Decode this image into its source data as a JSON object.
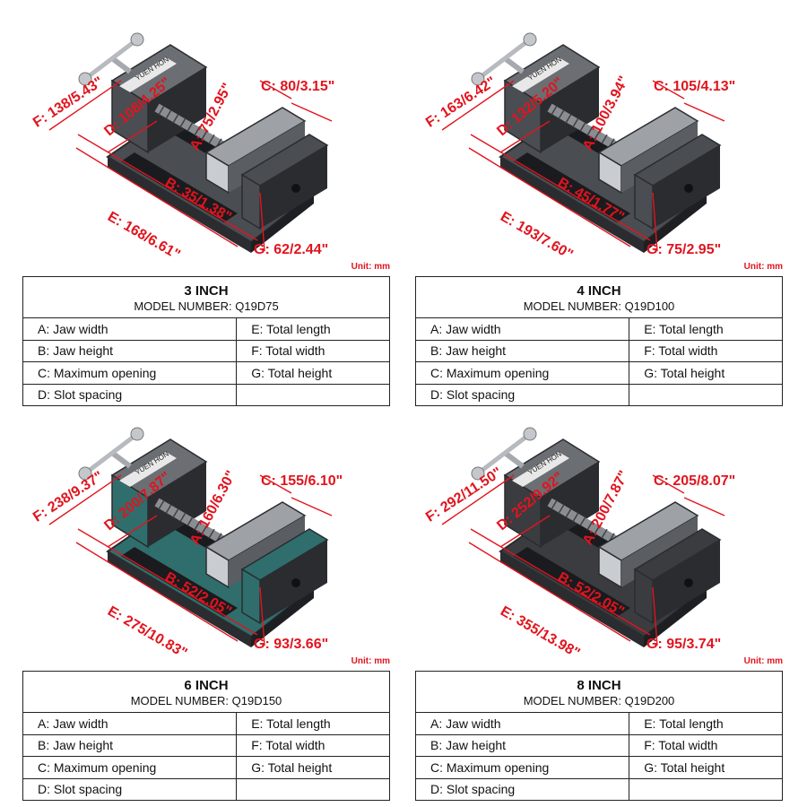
{
  "unit_label": "Unit: mm",
  "panels": [
    {
      "size": "3 INCH",
      "model_prefix": "MODEL NUMBER:",
      "model": "Q19D75",
      "body_color": "#4a4d52",
      "dims": {
        "A": "A: 75/2.95\"",
        "B": "B: 35/1.38\"",
        "C": "C: 80/3.15\"",
        "D": "D: 108/4.25\"",
        "E": "E: 168/6.61\"",
        "F": "F: 138/5.43\"",
        "G": "G: 62/2.44\""
      },
      "rows": [
        [
          "A: Jaw width",
          "E: Total length"
        ],
        [
          "B: Jaw height",
          "F: Total width"
        ],
        [
          "C: Maximum opening",
          "G: Total height"
        ],
        [
          "D: Slot spacing",
          ""
        ]
      ]
    },
    {
      "size": "4 INCH",
      "model_prefix": "MODEL NUMBER:",
      "model": "Q19D100",
      "body_color": "#4a4d52",
      "dims": {
        "A": "A: 100/3.94\"",
        "B": "B: 45/1.77\"",
        "C": "C: 105/4.13\"",
        "D": "D: 132/5.20\"",
        "E": "E: 193/7.60\"",
        "F": "F: 163/6.42\"",
        "G": "G: 75/2.95\""
      },
      "rows": [
        [
          "A: Jaw width",
          "E: Total length"
        ],
        [
          "B: Jaw height",
          "F: Total width"
        ],
        [
          "C: Maximum opening",
          "G: Total height"
        ],
        [
          "D: Slot spacing",
          ""
        ]
      ]
    },
    {
      "size": "6 INCH",
      "model_prefix": "MODEL NUMBER:",
      "model": "Q19D150",
      "body_color": "#2f6e6c",
      "dims": {
        "A": "A: 160/6.30\"",
        "B": "B: 52/2.05\"",
        "C": "C: 155/6.10\"",
        "D": "D: 200/7.87\"",
        "E": "E: 275/10.83\"",
        "F": "F: 238/9.37\"",
        "G": "G: 93/3.66\""
      },
      "rows": [
        [
          "A: Jaw width",
          "E: Total length"
        ],
        [
          "B: Jaw height",
          "F: Total width"
        ],
        [
          "C: Maximum opening",
          "G: Total height"
        ],
        [
          "D: Slot spacing",
          ""
        ]
      ]
    },
    {
      "size": "8 INCH",
      "model_prefix": "MODEL NUMBER:",
      "model": "Q19D200",
      "body_color": "#3a3c40",
      "dims": {
        "A": "A: 200/7.87\"",
        "B": "B: 52/2.05\"",
        "C": "C: 205/8.07\"",
        "D": "D: 252/9.92\"",
        "E": "E: 355/13.98\"",
        "F": "F: 292/11.50\"",
        "G": "G: 95/3.74\""
      },
      "rows": [
        [
          "A: Jaw width",
          "E: Total length"
        ],
        [
          "B: Jaw height",
          "F: Total width"
        ],
        [
          "C: Maximum opening",
          "G: Total height"
        ],
        [
          "D: Slot spacing",
          ""
        ]
      ]
    }
  ],
  "brand_text": "YUEN HON"
}
